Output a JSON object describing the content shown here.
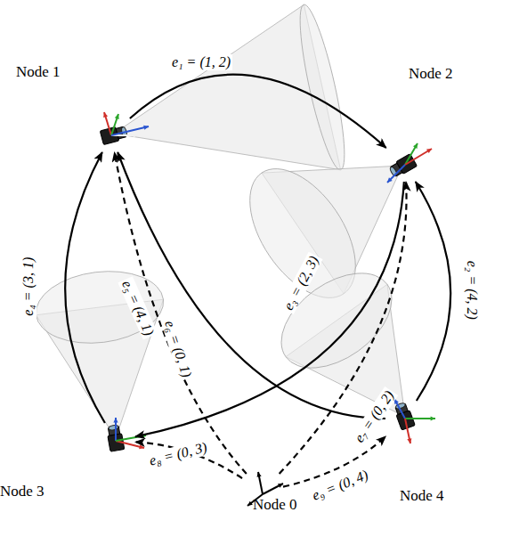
{
  "diagram": {
    "nodes": [
      {
        "text": [
          "Node 1"
        ]
      },
      {
        "text": [
          "Node 2"
        ]
      },
      {
        "text": [
          "Node 3"
        ]
      },
      {
        "text": [
          "Node 4"
        ]
      },
      {
        "text": [
          "Node 0"
        ]
      }
    ],
    "edges": [
      {
        "from": 0,
        "to": 1,
        "arrow": "to",
        "label": "e₁ = (1, 2)"
      },
      {
        "from": 3,
        "to": 1,
        "arrow": "to",
        "label": "e₂ = (4, 2)"
      },
      {
        "from": 1,
        "to": 2,
        "arrow": "to",
        "label": "e₃ = (2, 3)"
      },
      {
        "from": 2,
        "to": 0,
        "arrow": "to",
        "label": "e₄ = (3, 1)"
      },
      {
        "from": 3,
        "to": 0,
        "arrow": "to",
        "label": "e₅ = (4, 1)"
      },
      {
        "from": 4,
        "to": 0,
        "arrow": "to",
        "label": "e₆ = (0, 1)"
      },
      {
        "from": 4,
        "to": 1,
        "arrow": "to",
        "label": "e₇ = (0, 2)"
      },
      {
        "from": 4,
        "to": 2,
        "arrow": "to",
        "label": "e₈ = (0, 3)"
      },
      {
        "from": 4,
        "to": 3,
        "arrow": "to",
        "label": "e₉ = (0, 4)"
      }
    ]
  }
}
